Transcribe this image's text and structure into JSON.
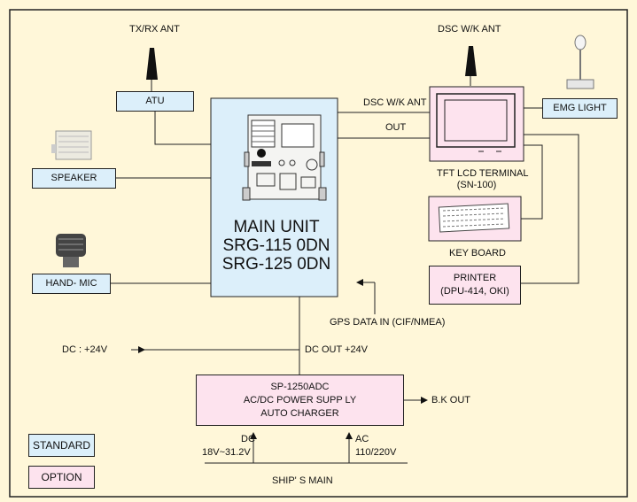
{
  "labels": {
    "tx_rx_ant": "TX/RX ANT",
    "dsc_wk_ant_top": "DSC W/K ANT",
    "dsc_wk_ant_side": "DSC W/K ANT",
    "out": "OUT",
    "gps_data_in": "GPS DATA IN (CIF/NMEA)",
    "dc_in": "DC : +24V",
    "dc_out": "DC OUT +24V",
    "bk_out": "B.K OUT",
    "dc_supply": "DC",
    "dc_range": "18V~31.2V",
    "ac_supply": "AC",
    "ac_range": "110/220V",
    "ships_main": "SHIP' S MAIN",
    "tft_line1": "TFT LCD TERMINAL",
    "tft_line2": "(SN-100)",
    "keyboard": "KEY BOARD"
  },
  "boxes": {
    "atu": "ATU",
    "speaker": "SPEAKER",
    "hand_mic": "HAND- MIC",
    "emg_light": "EMG LIGHT",
    "printer_line1": "PRINTER",
    "printer_line2": "(DPU-414, OKI)",
    "power_line1": "SP-1250ADC",
    "power_line2": "AC/DC POWER SUPP LY",
    "power_line3": "AUTO CHARGER"
  },
  "main_unit": {
    "line1": "MAIN UNIT",
    "line2": "SRG-115 0DN",
    "line3": "SRG-125 0DN"
  },
  "legend": {
    "standard": "STANDARD",
    "option": "OPTION"
  },
  "colors": {
    "standard": "#dceffa",
    "option": "#fde3ee",
    "background": "#fff7d9"
  }
}
